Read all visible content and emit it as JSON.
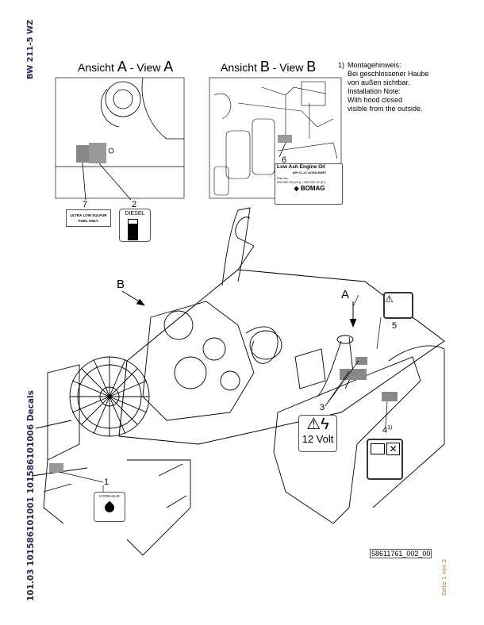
{
  "side_labels": {
    "model": "BW 211-5 WZ",
    "document_id": "101.03 101586101001 101586101006 Decals",
    "page": "Seite 1 von 2"
  },
  "views": {
    "view_a": {
      "prefix": "Ansicht ",
      "letter": "A",
      "sep": " - View ",
      "letter2": "A"
    },
    "view_b": {
      "prefix": "Ansicht ",
      "letter": "B",
      "sep": " - View ",
      "letter2": "B"
    }
  },
  "note": {
    "marker": "1)",
    "lines": [
      "Montagehinweis:",
      "Bei geschlossener Haube",
      "von außen sichtbar.",
      "Installation Note:",
      "With hood closed",
      "visible from the outside."
    ]
  },
  "decals": {
    "fuel": {
      "line1": "ULTRA LOW SULFUR",
      "line2": "FUEL ONLY"
    },
    "diesel": {
      "label": "DIESEL"
    },
    "oil": {
      "title": "Low Ash Engine Oil",
      "spec": "API CJ-4 / ACEA E9/E7",
      "part_label": "Part No.:",
      "part_numbers": "009 920 09 (20 l) / 009 920 10 (5 l)",
      "brand": "BOMAG"
    },
    "volt": {
      "label": "12 Volt"
    },
    "hydraulic": {
      "label": "HYDRAULIK"
    }
  },
  "callouts": {
    "c1": "1",
    "c2": "2",
    "c3": "3",
    "c4": "4",
    "c4_note": "1)",
    "c5": "5",
    "c6": "6",
    "c7": "7",
    "arrow_a": "A",
    "arrow_b": "B"
  },
  "drawing_number": "58611761_002_00",
  "colors": {
    "side_text": "#1b2a5a",
    "page_text": "#c07020",
    "page_link": "#3a5aa0"
  }
}
